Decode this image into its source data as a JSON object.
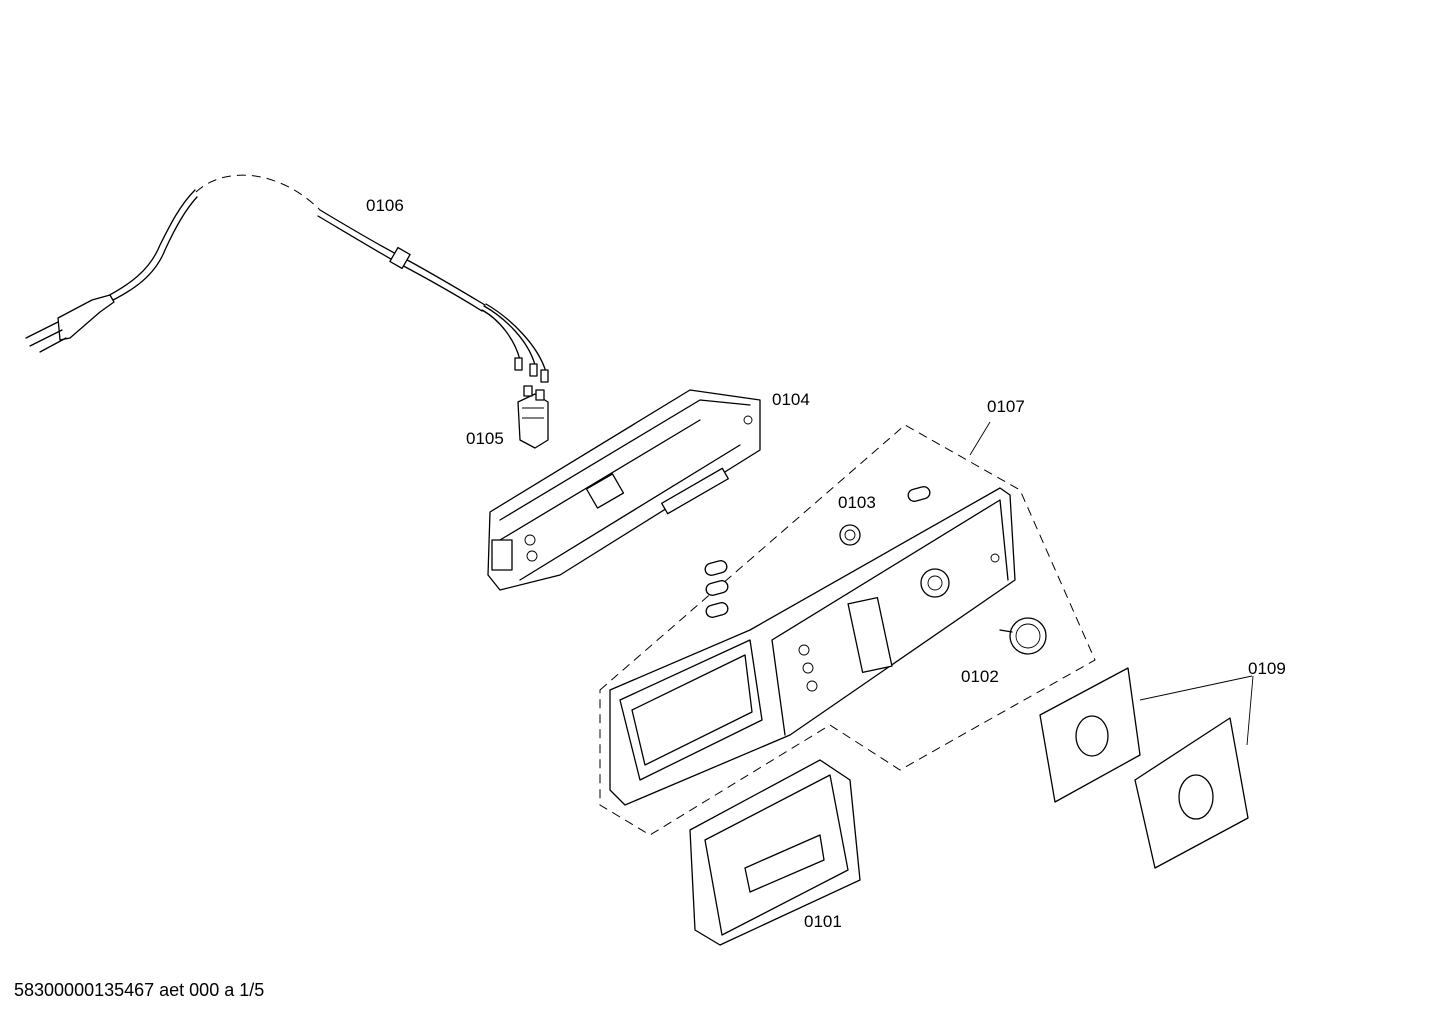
{
  "labels": {
    "cord": "0106",
    "connector": "0105",
    "module": "0104",
    "panel_group": "0107",
    "knob_small": "0103",
    "knob": "0102",
    "covers": "0109",
    "handle": "0101"
  },
  "footer": {
    "doc_id": "58300000135467 aet 000 a 1/5"
  }
}
